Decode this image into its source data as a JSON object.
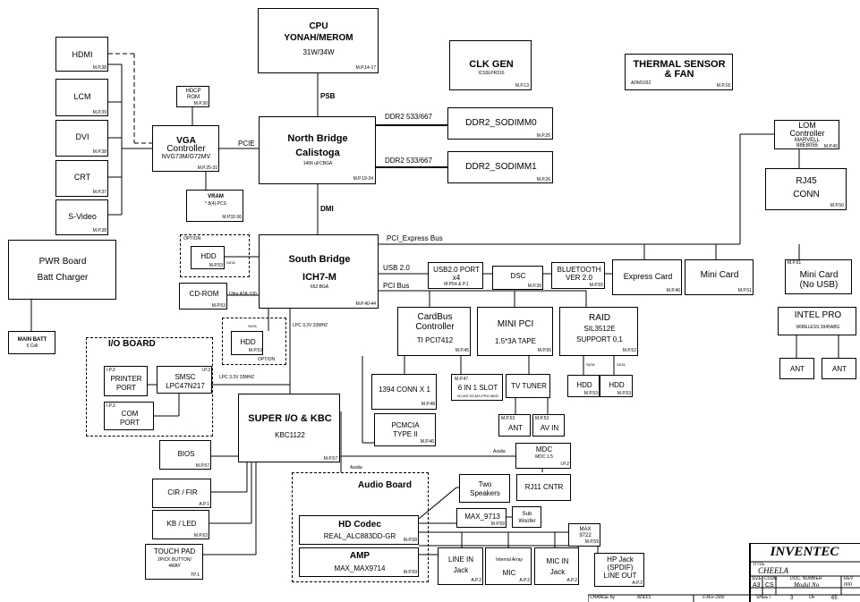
{
  "cpu": {
    "title": "CPU",
    "model": "YONAH/MEROM",
    "power": "31W/34W",
    "ref": "M.P.14-17"
  },
  "clk": {
    "title": "CLK GEN",
    "part": "ICS9LPR316",
    "ref": "M.P.13"
  },
  "thermal": {
    "line1": "THERMAL SENSOR",
    "line2": "& FAN",
    "part": "ADM1032",
    "ref": "M.P.18"
  },
  "north_bridge": {
    "line1": "North Bridge",
    "line2": "Calistoga",
    "pkg": "1466 uFCBGA",
    "ref": "M.P.19-24"
  },
  "south_bridge": {
    "line1": "South Bridge",
    "line2": "ICH7-M",
    "pkg": "652 BGA",
    "ref": "M.P.40-44"
  },
  "bus": {
    "psb": "PSB",
    "pcie": "PCIE",
    "dmi": "DMI",
    "pci_express": "PCI_Express Bus",
    "usb": "USB 2.0",
    "pci": "PCI Bus",
    "ddr_a": "DDR2 533/667",
    "ddr_b": "DDR2 533/667",
    "lpc_v": "LPC 3.3V 33MHZ",
    "lpc_h": "LPC 3.3V 33MHZ",
    "sata": "SATA",
    "ultra_ata": "Ultra ATA-100",
    "azalia_a": "Azalia",
    "azalia_b": "Azalia"
  },
  "ddr0": {
    "label": "DDR2_SODIMM0",
    "ref": "M.P.25"
  },
  "ddr1": {
    "label": "DDR2_SODIMM1",
    "ref": "M.P.26"
  },
  "hdmi": {
    "label": "HDMI",
    "ref": "M.P.38"
  },
  "lcm": {
    "label": "LCM",
    "ref": "M.P.39"
  },
  "dvi": {
    "label": "DVI",
    "ref": "M.P.38"
  },
  "crt": {
    "label": "CRT",
    "ref": "M.P.37"
  },
  "svideo": {
    "label": "S-Video",
    "ref": "M.P.38"
  },
  "hdcp": {
    "line1": "HDCP",
    "line2": "ROM",
    "ref": "M.P.30"
  },
  "vga": {
    "line1": "VGA",
    "line2": "Controller",
    "part": "NVG73M/G72MV",
    "ref": "M.P.25-31"
  },
  "vram": {
    "title": "VRAM",
    "part": "* 8(4) PCS",
    "ref": "M.P32-36"
  },
  "pwr": {
    "line1": "PWR Board",
    "line2": "Batt Charger"
  },
  "main_batt": {
    "line1": "MAIN BATT",
    "line2": "6 Cell"
  },
  "hdd_opt": {
    "option": "OPTION",
    "label": "HDD",
    "ref": "M.P.53"
  },
  "cdrom": {
    "label": "CD-ROM",
    "ref": "M.P.53"
  },
  "hdd2": {
    "label": "HDD",
    "ref": "M.P.53",
    "option": "OPTION"
  },
  "io_board": {
    "title": "I/O BOARD"
  },
  "printer": {
    "ip": "I.P.3",
    "line1": "PRINTER",
    "line2": "PORT"
  },
  "smsc": {
    "ip": "I.P.3",
    "line1": "SMSC",
    "line2": "LPC47N217"
  },
  "com": {
    "ip": "I.P.3",
    "line1": "COM",
    "line2": "PORT"
  },
  "superio": {
    "line1": "SUPER I/O & KBC",
    "line2": "KBC1122",
    "ref": "M.P.57"
  },
  "bios": {
    "label": "BIOS",
    "ref": "M.P.57"
  },
  "cir": {
    "label": "CIR / FIR",
    "ref": "A.P.1"
  },
  "kbled": {
    "label": "KB / LED",
    "ref": "M.P.63"
  },
  "touchpad": {
    "line1": "TOUCH PAD",
    "line2": "2PICK BUTTON/",
    "line3": "4WAY",
    "ref": "TP.1"
  },
  "usbport": {
    "line1": "USB2.0 PORT",
    "line2": "x4",
    "ref": "M.P54 & P.1"
  },
  "dsc": {
    "label": "DSC",
    "ref": "M.P.39"
  },
  "bluetooth": {
    "line1": "BLUETOOTH",
    "line2": "VER 2.0",
    "ref": "M.P.55"
  },
  "expresscard": {
    "label": "Express Card",
    "ref": "M.P.46"
  },
  "minicard1": {
    "label": "Mini Card",
    "ref": "M.P.51"
  },
  "minicard2": {
    "ref": "M.P.51",
    "line1": "Mini Card",
    "line2": "(No USB)"
  },
  "lom": {
    "line1": "LOM",
    "line2": "Controller",
    "line3": "MARVELL",
    "line4": "88E8055",
    "ref": "M.P.49"
  },
  "rj45": {
    "line1": "RJ45",
    "line2": "CONN",
    "ref": "M.P.50"
  },
  "intelpro": {
    "line1": "INTEL PRO",
    "line2": "WIRELESS 3945ABG"
  },
  "ant_a": {
    "label": "ANT"
  },
  "ant_b": {
    "label": "ANT"
  },
  "cardbus": {
    "line1": "CardBus",
    "line2": "Controller",
    "line3": "TI PCI7412",
    "ref": "M.P.45"
  },
  "minipci": {
    "line1": "MINI PCI",
    "line2": "1.5*3A TAPE",
    "ref": "M.P.56"
  },
  "raid": {
    "line1": "RAID",
    "line2": "SIL3512E",
    "line3": "SUPPORT 0,1",
    "ref": "M.P.52"
  },
  "conn1394": {
    "label": "1394 CONN X 1",
    "ref": "M.P.48"
  },
  "sixin1": {
    "ref": "M.P.47",
    "label": "6 IN 1 SLOT",
    "sub": "XD,MS,SD,MS-PRO,MMC"
  },
  "tvtuner": {
    "label": "TV TUNER"
  },
  "raid_sata_a": "SATA",
  "raid_sata_b": "SATA",
  "raid_hdd1": {
    "label": "HDD",
    "ref": "M.P.53"
  },
  "raid_hdd2": {
    "label": "HDD",
    "ref": "M.P.53"
  },
  "pcmcia": {
    "line1": "PCMCIA",
    "line2": "TYPE II",
    "ref": "M.P.46"
  },
  "tv_ant": {
    "ref": "M.P.53",
    "label": "ANT"
  },
  "avin": {
    "ref": "M.P.53",
    "label": "AV IN"
  },
  "mdc": {
    "line1": "MDC",
    "line2": "MDC 1.5",
    "ref": "I.P.2"
  },
  "rj11": {
    "label": "RJ11 CNTR"
  },
  "audio_board": {
    "title": "Audio Board"
  },
  "speakers": {
    "line1": "Two",
    "line2": "Speakers"
  },
  "max9713": {
    "label": "MAX_9713",
    "ref": "M.P.59"
  },
  "subwoofer": {
    "line1": "Sub",
    "line2": "Woofer"
  },
  "hdcodec": {
    "line1": "HD Codec",
    "line2": "REAL_ALC883DD-GR",
    "ref": "M.P.58"
  },
  "amp": {
    "line1": "AMP",
    "line2": "MAX_MAX9714",
    "ref": "M.P.59"
  },
  "max9722": {
    "line1": "MAX",
    "line2": "9722",
    "ref": "M.P.59"
  },
  "linein": {
    "line1": "LINE IN",
    "line2": "Jack",
    "ref": "A.P.2"
  },
  "mic_int": {
    "line1": "Internal Array",
    "line2": "MIC",
    "ref": "A.P.2"
  },
  "micin": {
    "line1": "MIC IN",
    "line2": "Jack",
    "ref": "A.P.2"
  },
  "hpjack": {
    "line1": "HP Jack",
    "line2": "(SPDIF)",
    "line3": "LINE OUT",
    "ref": "A.P.2"
  },
  "title_block": {
    "company": "INVENTEC",
    "title_label": "TITLE",
    "title": "CHEELA",
    "size_label": "SIZE",
    "size": "A3",
    "code_label": "CODE",
    "code": "CS",
    "doc_label": "DOC. NUMBER",
    "doc": "Modul No",
    "rev_label": "REV",
    "rev": "000",
    "change_label": "CHANGE by",
    "change_by": "RDEES",
    "date": "6-Mar-2006",
    "sheet_label": "SHEET",
    "sheet": "3",
    "of_label": "OF",
    "of": "65"
  }
}
